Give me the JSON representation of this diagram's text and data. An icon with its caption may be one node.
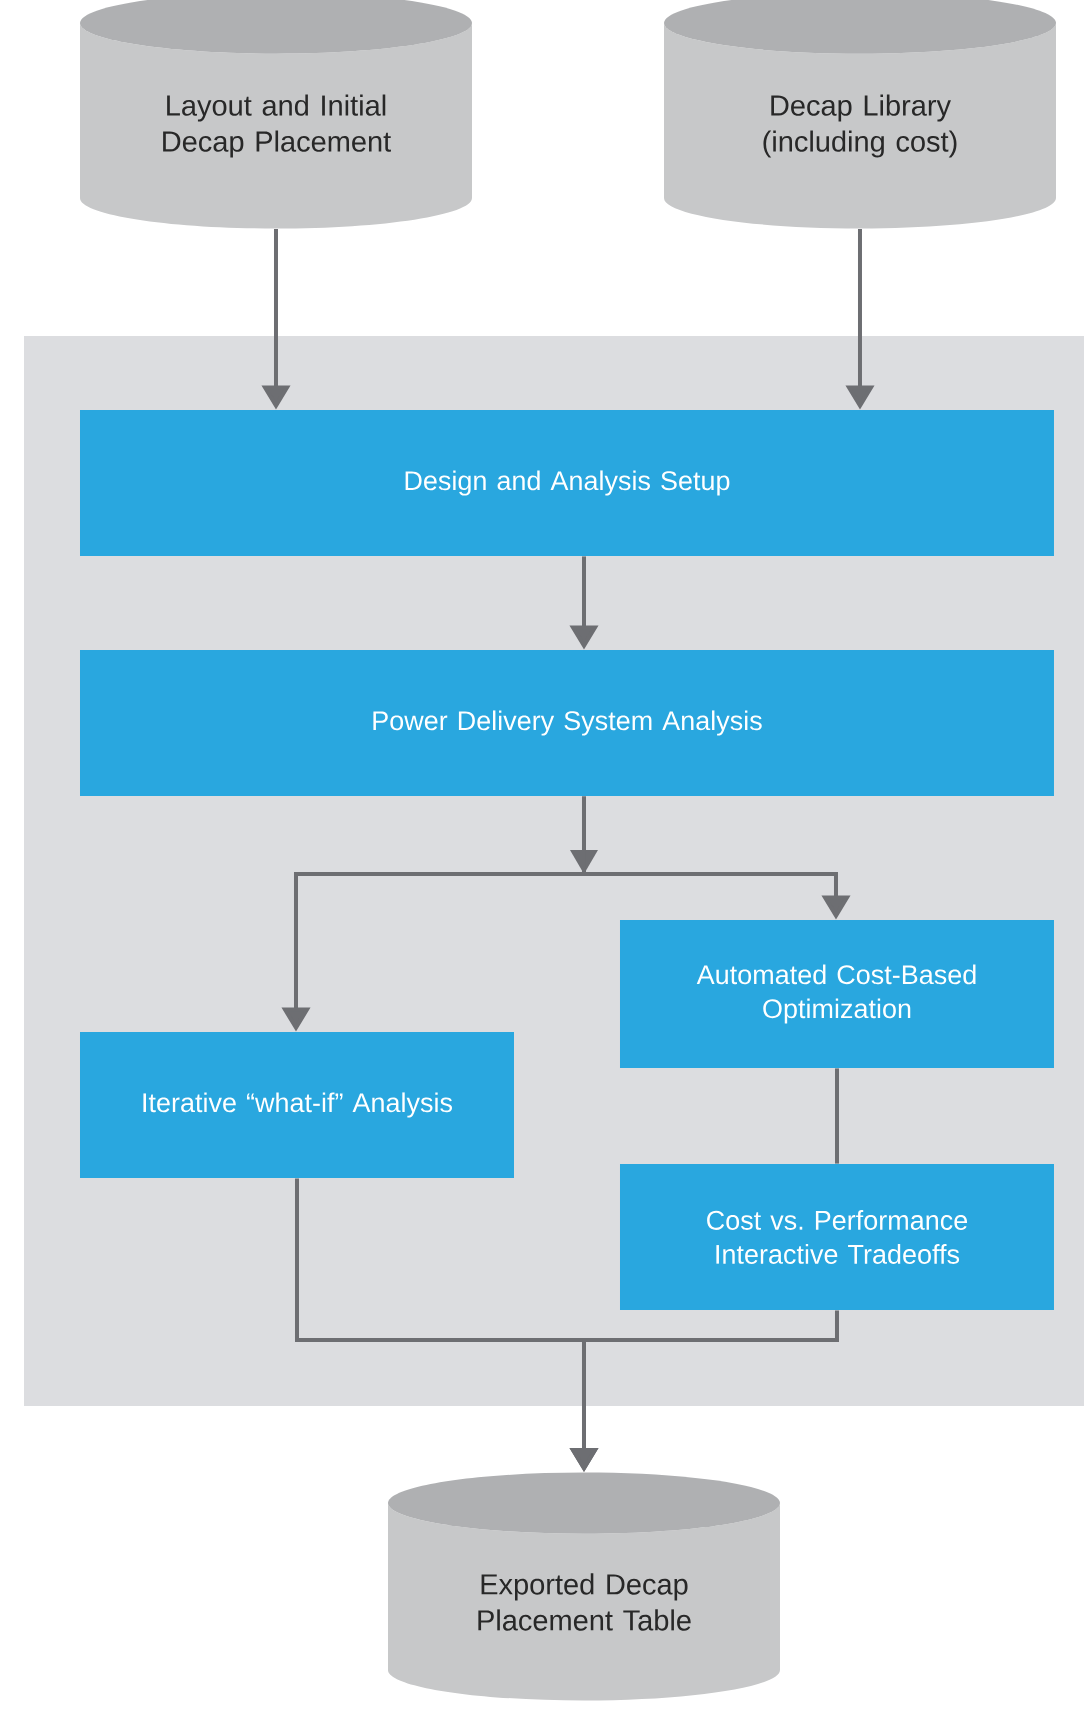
{
  "diagram": {
    "nodes": [
      {
        "text": [
          "Layout and Initial Decap Placement"
        ]
      },
      {
        "text": [
          "Decap Library (including cost)"
        ]
      },
      {
        "text": [],
        "shape": "box"
      },
      {
        "text": [
          "Design and Analysis Setup"
        ],
        "in": 2
      },
      {
        "text": [
          "Power Delivery System Analysis"
        ],
        "in": 2
      },
      {
        "text": [
          "Automated Cost-Based Optimization"
        ],
        "in": 2
      },
      {
        "text": [
          "Iterative “what-if” Analysis"
        ],
        "in": 2
      },
      {
        "text": [
          "Cost vs. Performance Interactive Tradeoffs"
        ],
        "in": 2
      },
      {
        "text": [
          "Exported Decap Placement Table"
        ]
      }
    ],
    "edges": [
      {
        "from": 0,
        "to": 3,
        "arrow": "to"
      },
      {
        "from": 1,
        "to": 3,
        "arrow": "to"
      },
      {
        "from": 3,
        "to": 4,
        "arrow": "to"
      },
      {
        "from": 4,
        "to": 6,
        "arrow": "to"
      },
      {
        "from": 4,
        "to": 5,
        "arrow": "to"
      },
      {
        "from": 5,
        "to": 7,
        "arrow": "none"
      },
      {
        "from": 6,
        "to": 8,
        "arrow": "to"
      },
      {
        "from": 7,
        "to": 8,
        "arrow": "to"
      }
    ]
  }
}
